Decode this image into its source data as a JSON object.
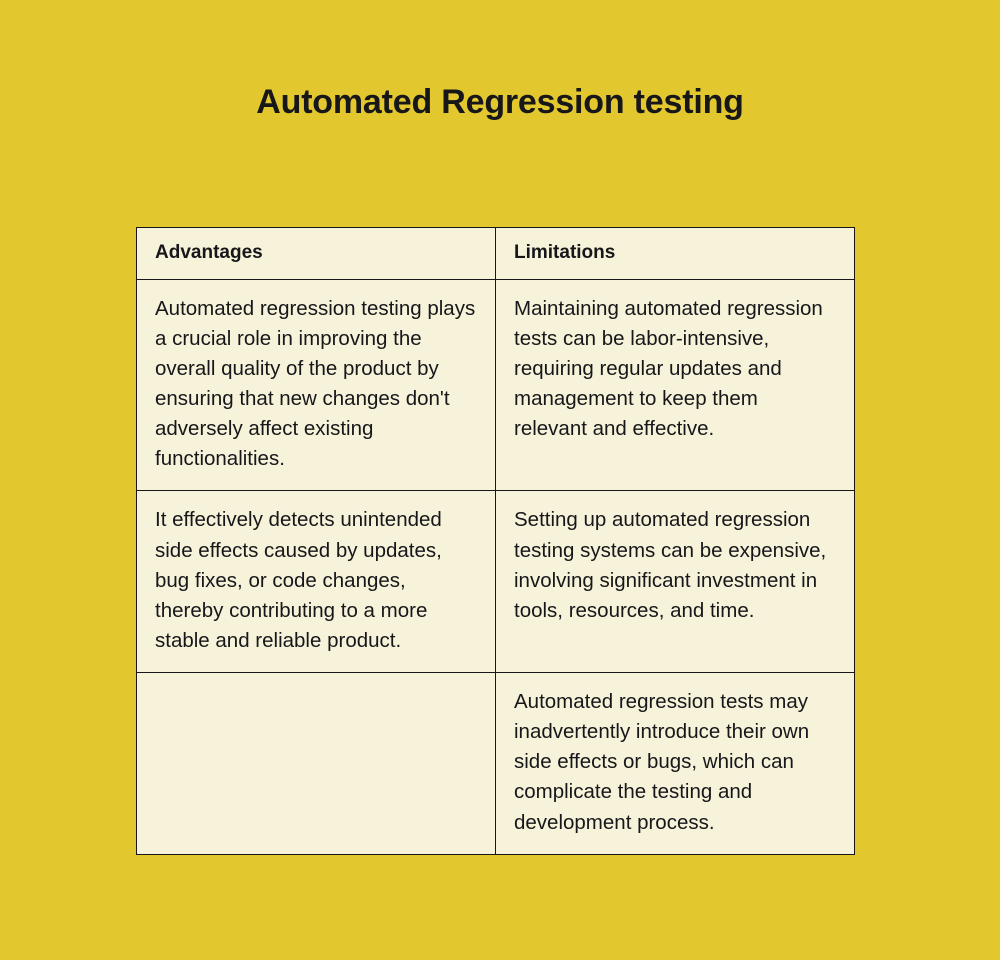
{
  "page": {
    "title": "Automated Regression testing",
    "background_color": "#e2c72e",
    "table_cell_color": "#f7f2da",
    "text_color": "#17171a",
    "border_color": "#17171a"
  },
  "table": {
    "columns": [
      {
        "key": "advantages",
        "header": "Advantages"
      },
      {
        "key": "limitations",
        "header": "Limitations"
      }
    ],
    "rows": [
      {
        "advantages": "Automated regression testing plays a crucial role in improving the overall quality of the product by ensuring that new changes don't adversely affect existing functionalities.",
        "limitations": "Maintaining automated regression tests can be labor-intensive, requiring regular updates and management to keep them relevant and effective."
      },
      {
        "advantages": "It effectively detects unintended side effects caused by updates, bug fixes, or code changes, thereby contributing to a more stable and reliable product.",
        "limitations": "Setting up automated regression testing systems can be expensive, involving significant investment in tools, resources, and time."
      },
      {
        "advantages": "",
        "limitations": "Automated regression tests may inadvertently introduce their own side effects or bugs, which can complicate the testing and development process."
      }
    ]
  }
}
